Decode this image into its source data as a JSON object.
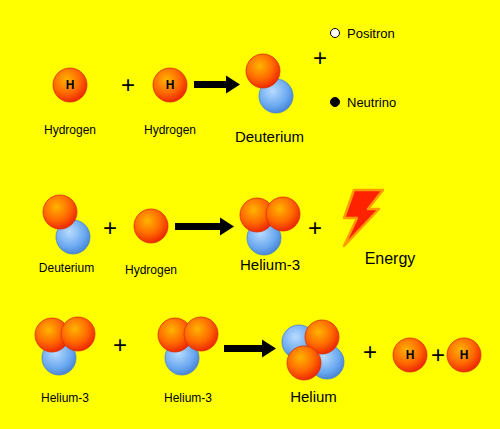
{
  "diagram": {
    "nodes": [
      {
        "text": [
          "H",
          "Hydrogen"
        ]
      },
      {
        "text": [
          "H",
          "Hydrogen"
        ]
      },
      {
        "text": [
          "Deuterium"
        ]
      },
      {
        "text": [
          "Deuterium"
        ]
      },
      {
        "text": [
          "Hydrogen"
        ]
      },
      {
        "text": [
          "Helium-3"
        ]
      },
      {
        "text": [
          "Energy"
        ]
      },
      {
        "text": [
          "Helium-3"
        ]
      },
      {
        "text": [
          "Helium-3"
        ]
      },
      {
        "text": [
          "Helium"
        ]
      },
      {
        "text": [
          "H"
        ]
      },
      {
        "text": [
          "H"
        ]
      }
    ],
    "edges": [
      {
        "from": 1,
        "to": 2,
        "arrow": "to"
      },
      {
        "from": 4,
        "to": 5,
        "arrow": "to"
      },
      {
        "from": 8,
        "to": 9,
        "arrow": "to"
      }
    ],
    "labels": [
      "+",
      "+",
      "+",
      "+",
      "+",
      "+",
      "+"
    ],
    "legend": [
      {
        "text": "Positron",
        "color": "#ffffff"
      },
      {
        "text": "Neutrino",
        "color": "#000000"
      }
    ]
  }
}
